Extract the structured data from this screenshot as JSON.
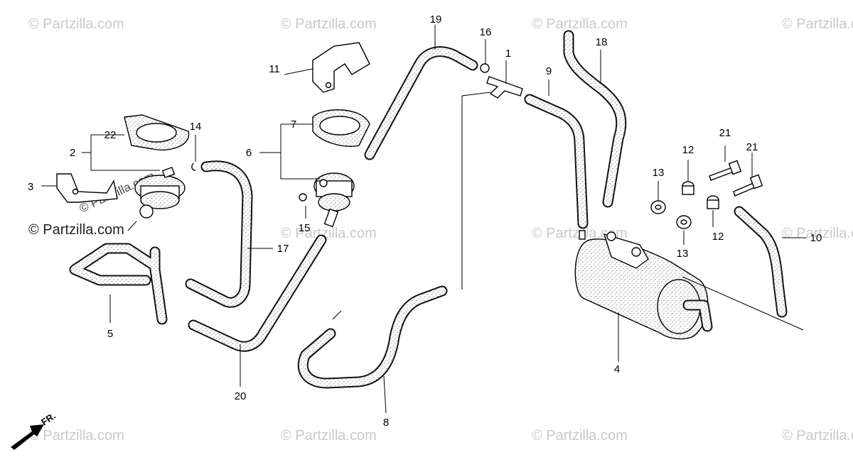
{
  "watermark": "© Partzilla.com",
  "front_label": "FR.",
  "callouts": {
    "c1": "1",
    "c2": "2",
    "c3": "3",
    "c4": "4",
    "c5": "5",
    "c6": "6",
    "c7": "7",
    "c8": "8",
    "c9": "9",
    "c10": "10",
    "c11": "11",
    "c12a": "12",
    "c12b": "12",
    "c13a": "13",
    "c13b": "13",
    "c14": "14",
    "c15": "15",
    "c16": "16",
    "c17": "17",
    "c18": "18",
    "c19": "19",
    "c20": "20",
    "c21a": "21",
    "c21b": "21",
    "c22": "22"
  }
}
